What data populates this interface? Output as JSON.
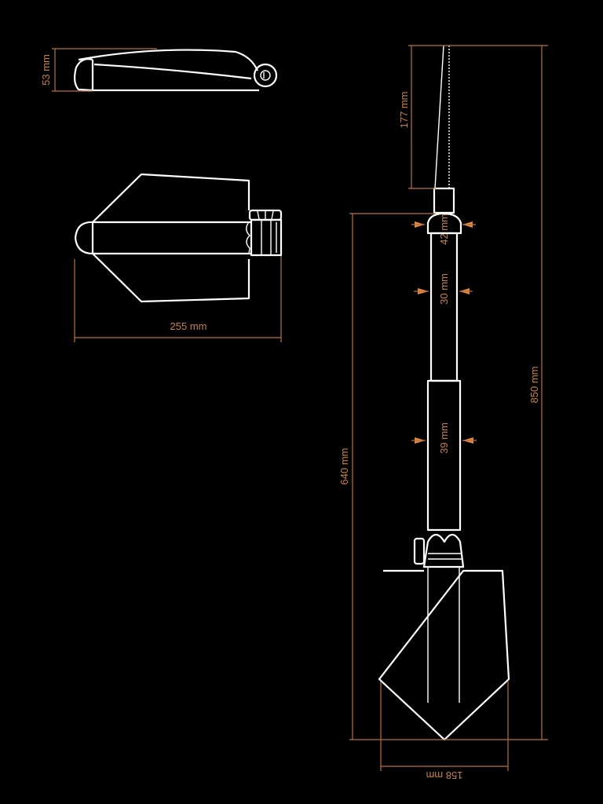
{
  "colors": {
    "background": "#000000",
    "outline": "#ffffff",
    "dimension": "#b8703f",
    "label": "#c8804a"
  },
  "dimensions": {
    "folded_height": "53 mm",
    "folded_length": "255 mm",
    "saw_length": "177 mm",
    "collar_diameter": "42 mm",
    "upper_handle_diameter": "30 mm",
    "lower_handle_diameter": "39 mm",
    "handle_to_tip_length": "640 mm",
    "total_length": "850 mm",
    "blade_width": "158 mm"
  }
}
